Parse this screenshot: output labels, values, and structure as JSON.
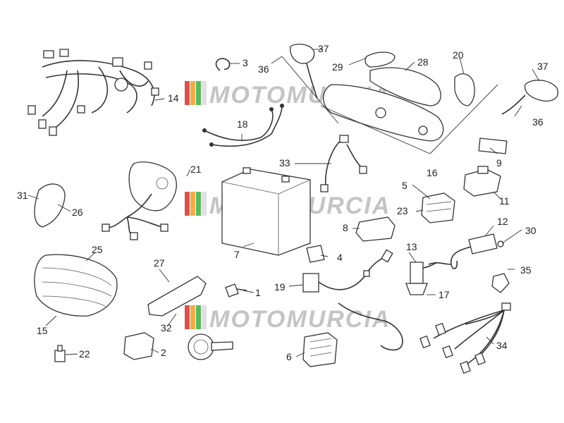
{
  "watermark": {
    "text": "MOTOMURCIA",
    "stripe_colors": [
      "#d9534f",
      "#f0ad4e",
      "#5cb85c",
      "#e0e0e0"
    ]
  },
  "callouts": [
    "1",
    "2",
    "3",
    "4",
    "5",
    "6",
    "7",
    "8",
    "9",
    "11",
    "12",
    "13",
    "14",
    "15",
    "16",
    "17",
    "18",
    "19",
    "20",
    "21",
    "22",
    "23",
    "25",
    "26",
    "27",
    "28",
    "29",
    "30",
    "31",
    "32",
    "33",
    "34",
    "35",
    "36",
    "37"
  ]
}
